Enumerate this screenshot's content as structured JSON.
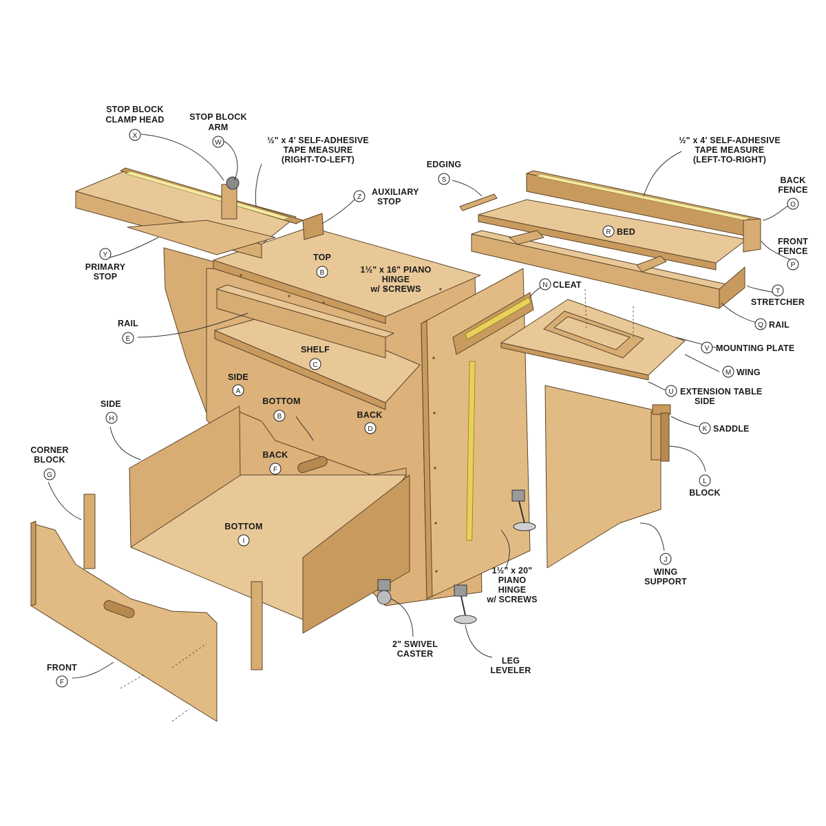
{
  "colors": {
    "wood_light": "#e9c898",
    "wood_mid": "#d8ad74",
    "wood_dark": "#b8894f",
    "wood_edge": "#c99a5e",
    "tape": "#e8d15a",
    "background": "#ffffff"
  },
  "callouts": [
    {
      "id": "X",
      "lines": [
        "STOP BLOCK",
        "CLAMP HEAD"
      ]
    },
    {
      "id": "W",
      "lines": [
        "STOP BLOCK",
        "ARM"
      ]
    },
    {
      "id": "",
      "lines": [
        "½\" x 4' SELF-ADHESIVE",
        "TAPE MEASURE",
        "(RIGHT-TO-LEFT)"
      ]
    },
    {
      "id": "Z",
      "lines": [
        "AUXILIARY",
        "STOP"
      ]
    },
    {
      "id": "S",
      "lines": [
        "EDGING"
      ]
    },
    {
      "id": "",
      "lines": [
        "½\" x 4' SELF-ADHESIVE",
        "TAPE MEASURE",
        "(LEFT-TO-RIGHT)"
      ]
    },
    {
      "id": "O",
      "lines": [
        "BACK",
        "FENCE"
      ]
    },
    {
      "id": "R",
      "lines": [
        "BED"
      ]
    },
    {
      "id": "P",
      "lines": [
        "FRONT",
        "FENCE"
      ]
    },
    {
      "id": "T",
      "lines": [
        "STRETCHER"
      ]
    },
    {
      "id": "Q",
      "lines": [
        "RAIL"
      ]
    },
    {
      "id": "N",
      "lines": [
        "CLEAT"
      ]
    },
    {
      "id": "V",
      "lines": [
        "MOUNTING PLATE"
      ]
    },
    {
      "id": "M",
      "lines": [
        "WING"
      ]
    },
    {
      "id": "U",
      "lines": [
        "EXTENSION TABLE",
        "SIDE"
      ]
    },
    {
      "id": "K",
      "lines": [
        "SADDLE"
      ]
    },
    {
      "id": "L",
      "lines": [
        "BLOCK"
      ]
    },
    {
      "id": "J",
      "lines": [
        "WING",
        "SUPPORT"
      ]
    },
    {
      "id": "Y",
      "lines": [
        "PRIMARY",
        "STOP"
      ]
    },
    {
      "id": "B",
      "lines": [
        "TOP"
      ]
    },
    {
      "id": "",
      "lines": [
        "1½\" x 16\" PIANO",
        "HINGE",
        "w/ SCREWS"
      ]
    },
    {
      "id": "E",
      "lines": [
        "RAIL"
      ]
    },
    {
      "id": "C",
      "lines": [
        "SHELF"
      ]
    },
    {
      "id": "A",
      "lines": [
        "SIDE"
      ]
    },
    {
      "id": "B",
      "lines": [
        "BOTTOM"
      ]
    },
    {
      "id": "D",
      "lines": [
        "BACK"
      ]
    },
    {
      "id": "H",
      "lines": [
        "SIDE"
      ]
    },
    {
      "id": "F",
      "lines": [
        "BACK"
      ]
    },
    {
      "id": "G",
      "lines": [
        "CORNER",
        "BLOCK"
      ]
    },
    {
      "id": "I",
      "lines": [
        "BOTTOM"
      ]
    },
    {
      "id": "F",
      "lines": [
        "FRONT"
      ]
    },
    {
      "id": "",
      "lines": [
        "1½\" x 20\"",
        "PIANO",
        "HINGE",
        "w/ SCREWS"
      ]
    },
    {
      "id": "",
      "lines": [
        "2\" SWIVEL",
        "CASTER"
      ]
    },
    {
      "id": "",
      "lines": [
        "LEG",
        "LEVELER"
      ]
    }
  ]
}
